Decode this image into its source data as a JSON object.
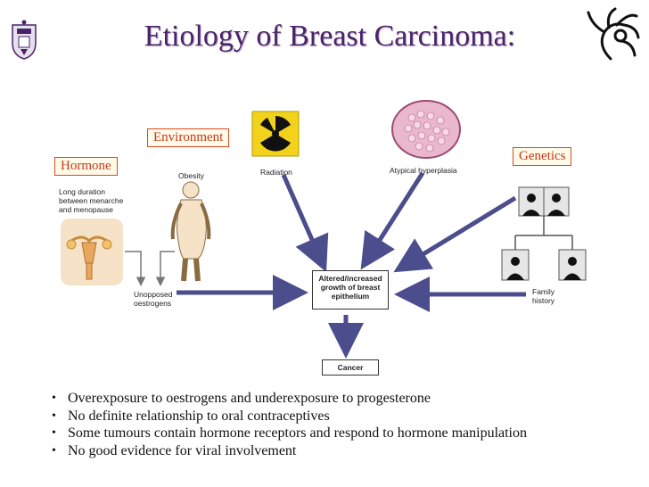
{
  "title": "Etiology of Breast Carcinoma:",
  "tags": {
    "environment": "Environment",
    "hormone": "Hormone",
    "genetics": "Genetics"
  },
  "figure_labels": {
    "long_duration": [
      "Long duration",
      "between menarche",
      "and menopause"
    ],
    "obesity": "Obesity",
    "radiation": "Radiation",
    "atypical": "Atypical hyperplasia",
    "unopposed": [
      "Unopposed",
      "oestrogens"
    ],
    "central_box": [
      "Altered/increased",
      "growth of breast",
      "epithelium"
    ],
    "cancer": "Cancer",
    "family": [
      "Family",
      "history"
    ]
  },
  "bullets": [
    "Overexposure to oestrogens and underexposure to progesterone",
    "No definite relationship to oral contraceptives",
    "Some tumours contain hormone receptors and respond to hormone manipulation",
    "No good evidence for viral involvement"
  ],
  "colors": {
    "title": "#4a2368",
    "tag_border": "#d94a1e",
    "tag_text": "#c0391b",
    "arrow": "#4b4d8c",
    "radiation_bg": "#f2d21a"
  }
}
